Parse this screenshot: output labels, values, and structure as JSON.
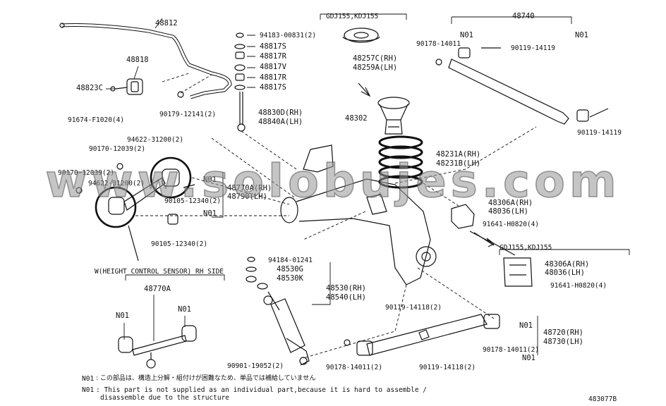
{
  "labels": {
    "p48812": "48812",
    "p48818": "48818",
    "p48823C": "48823C",
    "p91674": "91674-F1020(4)",
    "p94183": "94183-00831(2)",
    "p48817S_a": "48817S",
    "p48817R_a": "48817R",
    "p48817V": "48817V",
    "p48817R_b": "48817R",
    "p48817S_b": "48817S",
    "p90179": "90179-12141(2)",
    "p48830D": "48830D(RH)",
    "p48840A": "48840A(LH)",
    "gdj_top": "GDJ155,KDJ155",
    "p48257C": "48257C(RH)",
    "p48259A": "48259A(LH)",
    "p48302": "48302",
    "p48231A": "48231A(RH)",
    "p48231B": "48231B(LH)",
    "p48740": "48740",
    "n01_tl": "N01",
    "n01_tr": "N01",
    "p90178_top": "90178-14011",
    "p90119_top": "90119-14119",
    "p90119_right": "90119-14119",
    "p94622_a": "94622-31200(2)",
    "p90170_a": "90170-12039(2)",
    "p90170_b": "90170-12039(2)",
    "p94622_b": "94622-31200(2)",
    "n01_mid_a": "N01",
    "n01_mid_b": "N01",
    "p48770A_rh": "48770A(RH)",
    "p48790": "48790(LH)",
    "p90105_a": "90105-12340(2)",
    "p90105_b": "90105-12340(2)",
    "p48306A_a": "48306A(RH)",
    "p48036_a": "48036(LH)",
    "p91641_a": "91641-H0820(4)",
    "gdj_mid": "GDJ155,KDJ155",
    "p48306A_b": "48306A(RH)",
    "p48036_b": "48036(LH)",
    "p91641_b": "91641-H0820(4)",
    "p94184": "94184-01241",
    "p48530G": "48530G",
    "p48530K": "48530K",
    "p48530": "48530(RH)",
    "p48540": "48540(LH)",
    "w_height": "W(HEIGHT CONTROL SENSOR) RH SIDE",
    "p48770A": "48770A",
    "n01_ll": "N01",
    "n01_lr": "N01",
    "p90119_bot_a": "90119-14118(2)",
    "n01_br_a": "N01",
    "p48720": "48720(RH)",
    "p48730": "48730(LH)",
    "p90178_bot_r": "90178-14011(2)",
    "n01_br_b": "N01",
    "p90901": "90901-19052(2)",
    "p90178_bot": "90178-14011(2)",
    "p90119_bot_b": "90119-14118(2)"
  },
  "watermark": "www.solobujes.com",
  "notes": {
    "jp_code": "N01",
    "jp_text": ": この部品は、構造上分解・組付けが困難なため、単品では補給していません",
    "en_code": "N01",
    "en_text1": ": This part is not supplied as an individual part,because it is hard to assemble /",
    "en_text2": "disassemble due to the structure"
  },
  "figure_id": "483077B"
}
